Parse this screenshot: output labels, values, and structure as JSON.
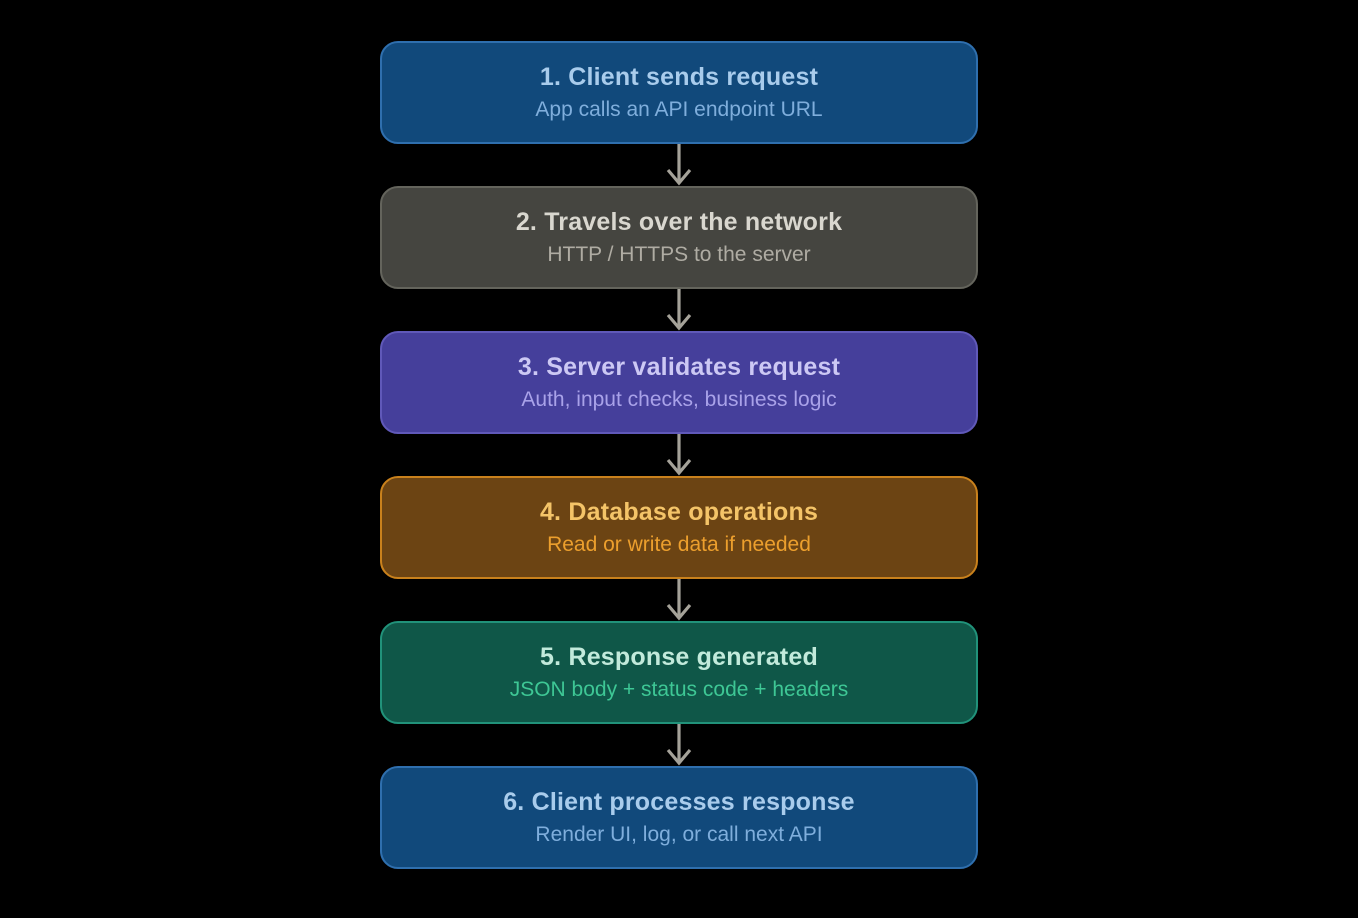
{
  "background": "#000000",
  "arrow": {
    "color": "#A5A299",
    "direction": "down"
  },
  "steps": [
    {
      "title": "1. Client sends request",
      "subtitle": "App calls an API endpoint URL",
      "colors": {
        "fill": "#11497B",
        "border": "#2F6FAE",
        "title": "#A9CCEC",
        "subtitle": "#7FAEDC"
      }
    },
    {
      "title": "2. Travels over the network",
      "subtitle": "HTTP / HTTPS to the server",
      "colors": {
        "fill": "#454540",
        "border": "#64645C",
        "title": "#D9D7CF",
        "subtitle": "#AFACA3"
      }
    },
    {
      "title": "3. Server validates request",
      "subtitle": "Auth, input checks, business logic",
      "colors": {
        "fill": "#453F9B",
        "border": "#6059B9",
        "title": "#CCC8F4",
        "subtitle": "#A9A2E9"
      }
    },
    {
      "title": "4. Database operations",
      "subtitle": "Read or write data if needed",
      "colors": {
        "fill": "#6C4413",
        "border": "#C9811C",
        "title": "#F4C468",
        "subtitle": "#EC9F2D"
      }
    },
    {
      "title": "5. Response generated",
      "subtitle": "JSON body + status code + headers",
      "colors": {
        "fill": "#0F5748",
        "border": "#21927A",
        "title": "#C2EADB",
        "subtitle": "#3EC795"
      }
    },
    {
      "title": "6. Client processes response",
      "subtitle": "Render UI, log, or call next API",
      "colors": {
        "fill": "#11497B",
        "border": "#2F6FAE",
        "title": "#A9CCEC",
        "subtitle": "#7FAEDC"
      }
    }
  ]
}
